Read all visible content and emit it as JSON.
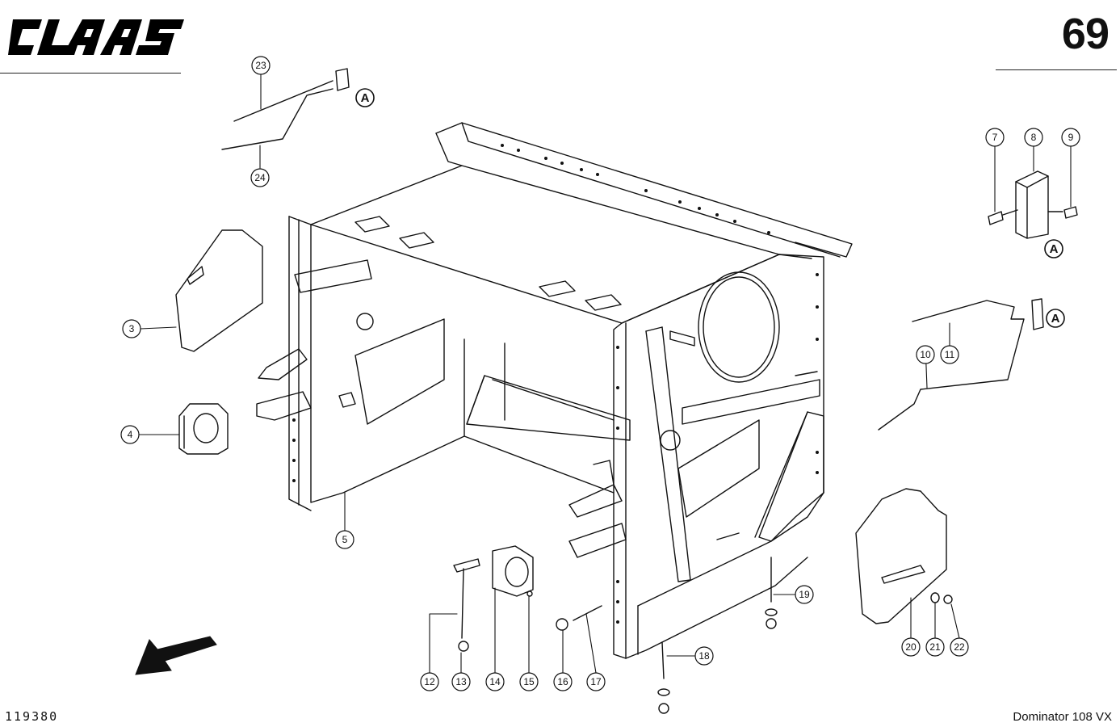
{
  "header": {
    "brand": "CLAAS",
    "page_number": "69"
  },
  "footer": {
    "drawing_number": "119380",
    "model": "Dominator 108 VX"
  },
  "reference_marker": "A",
  "callouts": [
    "23",
    "24",
    "3",
    "4",
    "5",
    "7",
    "8",
    "9",
    "10",
    "11",
    "12",
    "13",
    "14",
    "15",
    "16",
    "17",
    "18",
    "19",
    "20",
    "21",
    "22"
  ],
  "icons": [
    "direction-arrow-icon"
  ]
}
